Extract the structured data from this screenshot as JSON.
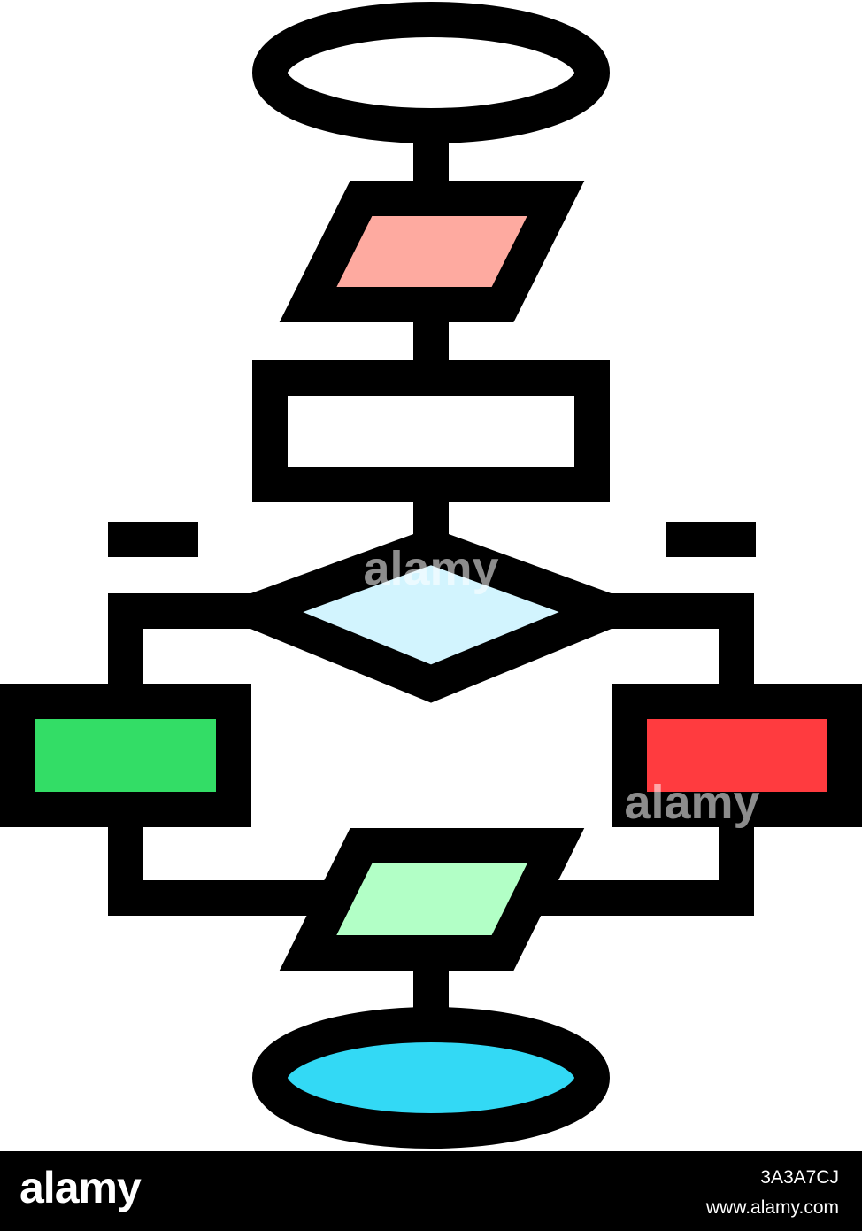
{
  "colors": {
    "stroke": "#000000",
    "background": "#ffffff",
    "parallelogram_top": "#feaaa0",
    "decision_diamond": "#d2f4fe",
    "box_left": "#33dd66",
    "box_right": "#ff3b3f",
    "parallelogram_bottom": "#b2ffc6",
    "end_ellipse": "#33d9f5"
  },
  "icons": {
    "start": "start-terminal-ellipse",
    "input": "input-output-parallelogram",
    "process": "process-rectangle",
    "decision": "decision-diamond",
    "yes_branch": "yes-branch-box",
    "no_branch": "no-branch-box",
    "merge": "output-parallelogram",
    "end": "end-terminal-ellipse"
  },
  "watermark": {
    "text": "alamy"
  },
  "footer": {
    "logo": "alamy",
    "image_code": "3A3A7CJ",
    "url": "www.alamy.com"
  }
}
